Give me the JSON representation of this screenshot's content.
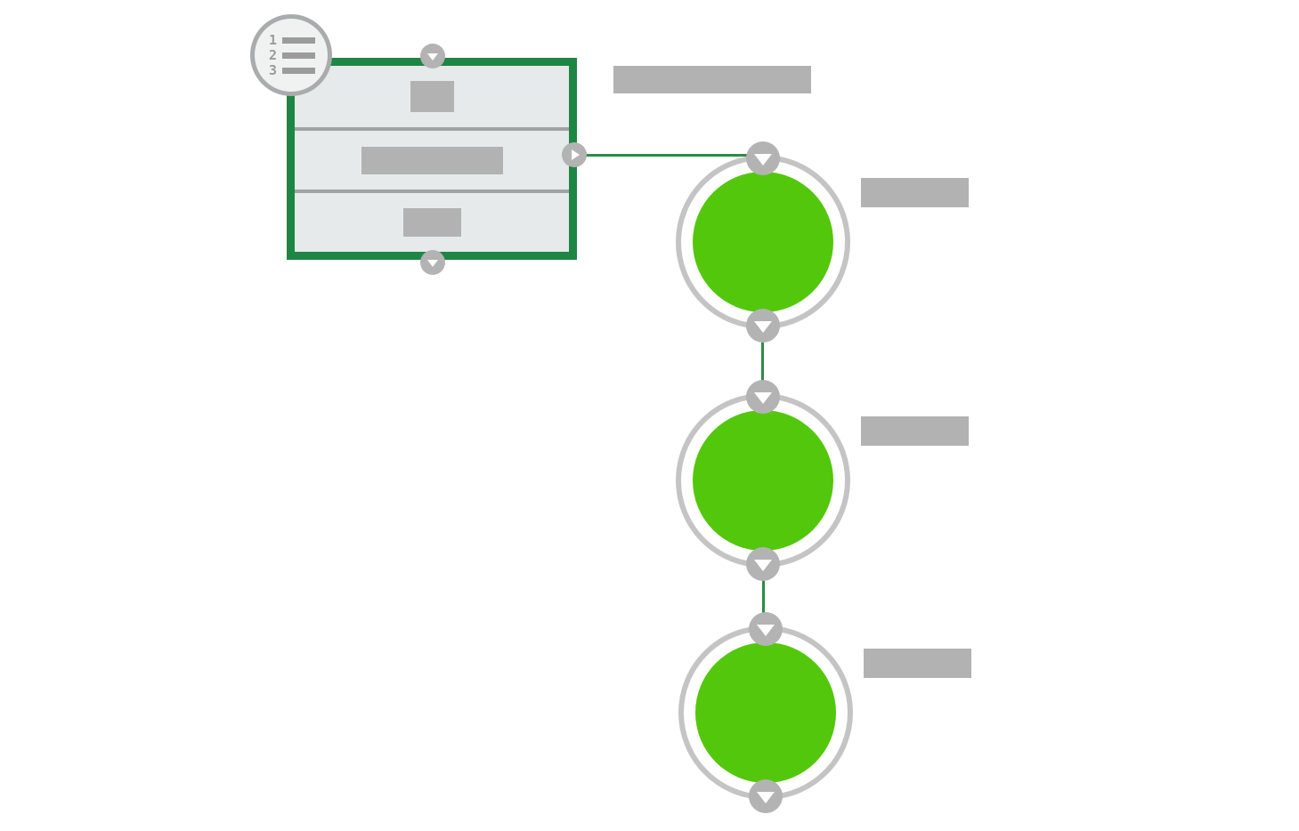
{
  "colors": {
    "canvas-bg": "#ffffff",
    "green-fill": "#53c70c",
    "green-border": "#1e8644",
    "green-edge": "#2e8b46",
    "gray-placeholder": "#b2b2b2",
    "gray-connector": "#b3b3b3",
    "gray-ring": "#c4c4c4",
    "gray-separator": "#9fa3a3",
    "node-fill": "#e7eaea",
    "badge-border": "#a9acac",
    "badge-fill": "#f0f1f1",
    "badge-glyph": "#9b9b9b",
    "glyph-white": "#ffffff"
  },
  "diagram": {
    "task_node": {
      "type": "task",
      "badge": {
        "icon": "ordered-list-icon",
        "items": [
          "1",
          "2",
          "3"
        ]
      },
      "text_placeholder_rows": 3,
      "title_placeholder": true,
      "connectors": [
        {
          "position": "top",
          "icon": "chevron-down-icon"
        },
        {
          "position": "bottom",
          "icon": "chevron-down-icon"
        },
        {
          "position": "right",
          "icon": "play-right-icon"
        }
      ]
    },
    "event_nodes": [
      {
        "type": "event",
        "state_color": "#53c70c",
        "label_placeholder": true,
        "connectors": [
          {
            "position": "top",
            "icon": "chevron-down-icon"
          },
          {
            "position": "bottom",
            "icon": "chevron-down-icon"
          }
        ]
      },
      {
        "type": "event",
        "state_color": "#53c70c",
        "label_placeholder": true,
        "connectors": [
          {
            "position": "top",
            "icon": "chevron-down-icon"
          },
          {
            "position": "bottom",
            "icon": "chevron-down-icon"
          }
        ]
      },
      {
        "type": "event",
        "state_color": "#53c70c",
        "label_placeholder": true,
        "connectors": [
          {
            "position": "top",
            "icon": "chevron-down-icon"
          },
          {
            "position": "bottom",
            "icon": "chevron-down-icon"
          }
        ]
      }
    ],
    "edges": [
      {
        "from": "task-node-right",
        "to": "event-node-1-top",
        "color": "#2e8b46"
      },
      {
        "from": "event-node-1-bottom",
        "to": "event-node-2-top",
        "color": "#2e8b46"
      },
      {
        "from": "event-node-2-bottom",
        "to": "event-node-3-top",
        "color": "#2e8b46"
      }
    ]
  }
}
